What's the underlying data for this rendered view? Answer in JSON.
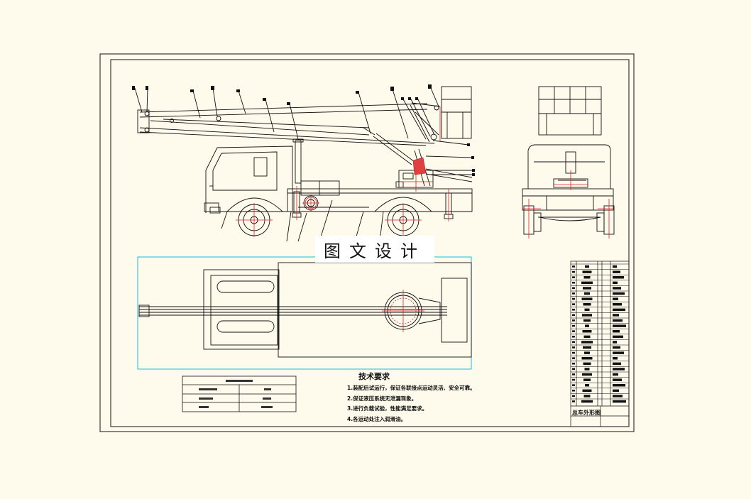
{
  "watermark": "图文设计",
  "tech_requirements": {
    "title": "技术要求",
    "items": [
      "1.装配后试运行，保证各联接点运动灵活、安全可靠。",
      "2.保证液压系统无泄漏现象。",
      "3.进行负载试验，性能满足要求。",
      "4.各运动处注入润滑油。"
    ]
  },
  "title_block": {
    "drawing_name": "总车外形图"
  },
  "colors": {
    "paper": "#fefbec",
    "line": "#111111",
    "center_line": "#e0202a",
    "dimension": "#00b8d0",
    "hatch": "#d03030"
  }
}
